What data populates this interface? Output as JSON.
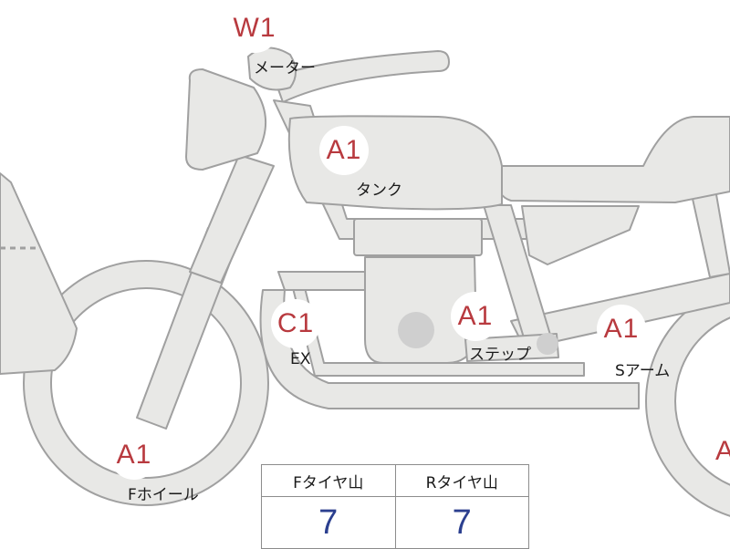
{
  "parts": {
    "meter": {
      "grade": "W1",
      "label": "メーター"
    },
    "tank": {
      "grade": "A1",
      "label": "タンク"
    },
    "ex": {
      "grade": "C1",
      "label": "EX"
    },
    "step": {
      "grade": "A1",
      "label": "ステップ"
    },
    "s_arm": {
      "grade": "A1",
      "label": "Sアーム"
    },
    "f_wheel": {
      "grade": "A1",
      "label": "Fホイール"
    },
    "r_wheel": {
      "grade": "A"
    }
  },
  "tire_table": {
    "headers": [
      "Fタイヤ山",
      "Rタイヤ山"
    ],
    "values": [
      "7",
      "7"
    ]
  },
  "colors": {
    "body_fill": "#e8e8e6",
    "body_stroke": "#a0a0a0",
    "grade_text": "#b83a3f",
    "value_text": "#2b3f8f"
  }
}
